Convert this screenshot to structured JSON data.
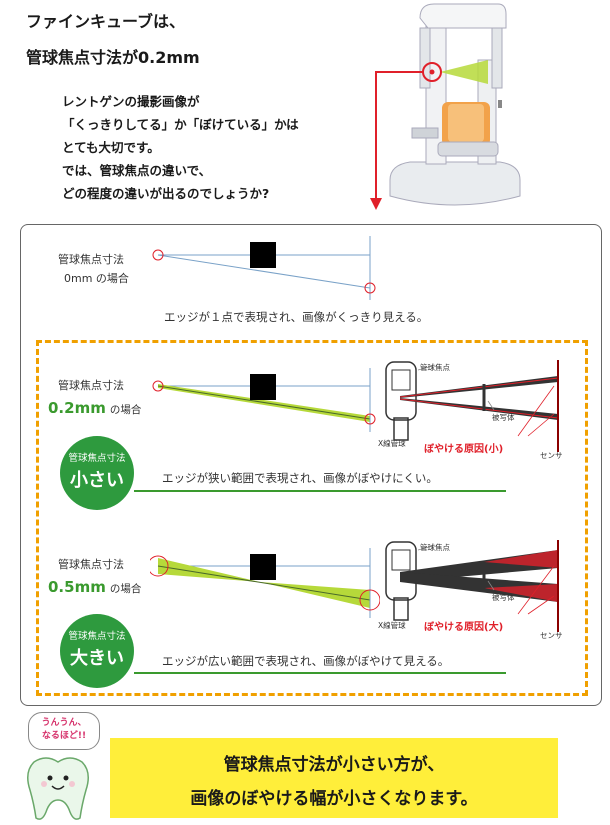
{
  "title": {
    "line1": "ファインキューブは、",
    "line2": "管球焦点寸法が0.2mm"
  },
  "intro": {
    "line1": "レントゲンの撮影画像が",
    "line2": "「くっきりしてる」か「ぼけている」かは",
    "line3": "とても大切です。",
    "line4": "では、管球焦点の違いで、",
    "line5": "どの程度の違いが出るのでしょうか?"
  },
  "case0": {
    "label": "管球焦点寸法",
    "sub": "0mm の場合",
    "caption": "エッジが１点で表現され、画像がくっきり見える。"
  },
  "case02": {
    "label": "管球焦点寸法",
    "value": "0.2mm",
    "unit_suffix": "の場合",
    "badge_top": "管球焦点寸法",
    "badge_main": "小さい",
    "caption": "エッジが狭い範囲で表現され、画像がぼやけにくい。",
    "diagram": {
      "tube_focus": "管球焦点",
      "subject": "被写体",
      "blur_cause": "ぼやける原因(小)",
      "sensor": "センサ",
      "xray_tube": "X線管球"
    }
  },
  "case05": {
    "label": "管球焦点寸法",
    "value": "0.5mm",
    "unit_suffix": "の場合",
    "badge_top": "管球焦点寸法",
    "badge_main": "大きい",
    "caption": "エッジが広い範囲で表現され、画像がぼやけて見える。",
    "diagram": {
      "tube_focus": "管球焦点",
      "subject": "被写体",
      "blur_cause": "ぼやける原因(大)",
      "sensor": "センサ",
      "xray_tube": "X線管球"
    }
  },
  "mascot": {
    "bubble_line1": "うんうん、",
    "bubble_line2": "なるほど!!"
  },
  "conclusion": {
    "line1": "管球焦点寸法が小さい方が、",
    "line2": "画像のぼやける幅が小さくなります。"
  },
  "colors": {
    "accent_green": "#3a9a2e",
    "badge_green": "#2e9a3e",
    "dash_orange": "#f0a000",
    "highlight_yellow": "#ffee3a",
    "marker_red": "#e0202a",
    "cone_green": "#b6d93a"
  }
}
